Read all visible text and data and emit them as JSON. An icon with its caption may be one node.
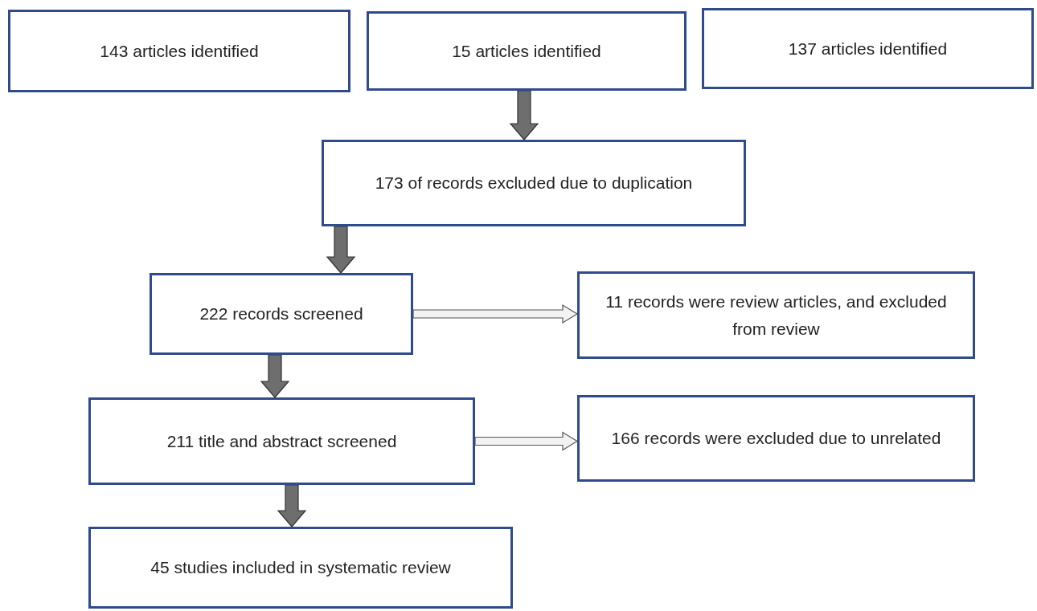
{
  "diagram": {
    "nodes": [
      {
        "text": [
          "143 articles identified"
        ]
      },
      {
        "text": [
          "15 articles identified"
        ]
      },
      {
        "text": [
          "137 articles identified"
        ]
      },
      {
        "text": [
          "173 of records excluded due to duplication"
        ]
      },
      {
        "text": [
          "222 records screened"
        ]
      },
      {
        "text": [
          "11 records were review articles, and excluded from review"
        ]
      },
      {
        "text": [
          "211 title and abstract screened"
        ]
      },
      {
        "text": [
          "166 records were excluded due to unrelated"
        ]
      },
      {
        "text": [
          "45 studies included in systematic review"
        ]
      }
    ],
    "edges": [
      {
        "from": 1,
        "to": 3,
        "arrow": "to",
        "color": "#6e6e6e"
      },
      {
        "from": 3,
        "to": 4,
        "arrow": "to",
        "color": "#6e6e6e"
      },
      {
        "from": 4,
        "to": 5,
        "arrow": "to",
        "color": "#f2f2f2"
      },
      {
        "from": 4,
        "to": 6,
        "arrow": "to",
        "color": "#6e6e6e"
      },
      {
        "from": 6,
        "to": 7,
        "arrow": "to",
        "color": "#f2f2f2"
      },
      {
        "from": 6,
        "to": 8,
        "arrow": "to",
        "color": "#6e6e6e"
      }
    ]
  }
}
